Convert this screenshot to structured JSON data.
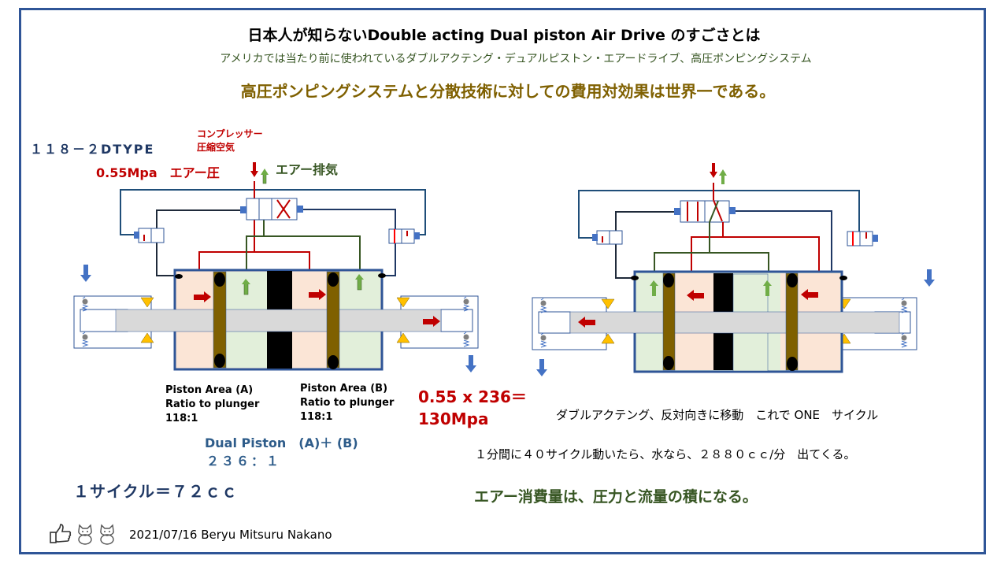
{
  "header": {
    "title": "日本人が知らないDouble acting Dual piston Air Drive のすごさとは",
    "subtitle": "アメリカでは当たり前に使われているダブルアクテング・デュアルピストン・エアードライブ、高圧ポンピングシステム",
    "tagline": "高圧ポンピングシステムと分散技術に対しての費用対効果は世界一である。"
  },
  "left_diagram": {
    "model": "１１８－２DTYPE",
    "compressor_line1": "コンプレッサー",
    "compressor_line2": "圧縮空気",
    "pressure_label": "0.55Mpa　エアー圧",
    "exhaust_label": "エアー排気",
    "state": "stroke-right"
  },
  "right_diagram": {
    "state": "stroke-left"
  },
  "piston_info": {
    "a_line1": "Piston Area (A)",
    "a_line2": "Ratio to plunger",
    "a_line3": "118:1",
    "b_line1": "Piston Area (B)",
    "b_line2": "Ratio to plunger",
    "b_line3": "118:1",
    "dual_label": "Dual Piston　(A)＋ (B)",
    "dual_ratio": "２３６：１"
  },
  "calculation": {
    "line1": "0.55 x 236＝",
    "line2": "130Mpa"
  },
  "notes": {
    "cycle_volume": "１サイクル＝７２ｃｃ",
    "double_acting": "ダブルアクテング、反対向きに移動　これで ONE　サイクル",
    "flow_rate": "１分間に４０サイクル動いたら、水なら、２８８０ｃｃ/分　出てくる。",
    "air_consumption": "エアー消費量は、圧力と流量の積になる。"
  },
  "footer": {
    "credit": "2021/07/16 Beryu Mitsuru Nakano",
    "icons": [
      "thumbs-up-icon",
      "lucky-cat-icon",
      "lucky-cat-icon"
    ]
  },
  "colors": {
    "frame": "#2f5597",
    "air_red": "#c00000",
    "exhaust_green": "#375623",
    "pilot_blue": "#1f4e79",
    "chamber_pink": "#fbe5d6",
    "chamber_green": "#e2efda",
    "piston_brown": "#7f6000",
    "rod_gray": "#d9d9d9",
    "check_valve_yellow": "#ffc000"
  }
}
